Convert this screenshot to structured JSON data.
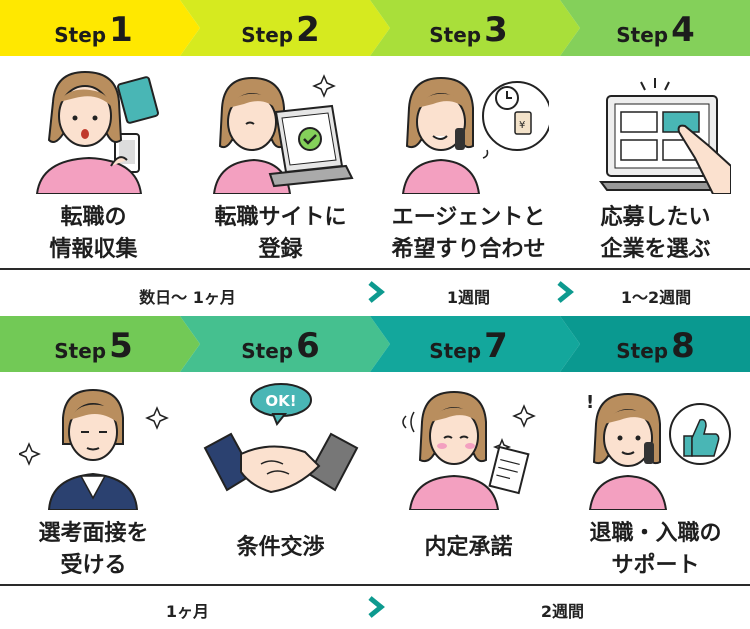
{
  "colors": {
    "row1": [
      "#ffe800",
      "#d6ea1f",
      "#a9df3a",
      "#84d05a"
    ],
    "row2": [
      "#72c956",
      "#45c08f",
      "#13a79c",
      "#0a9990"
    ],
    "chevron": "#0d9a8f",
    "pink": "#f3a0c0",
    "hair": "#b98e5e",
    "skin": "#fbe1cf",
    "navy": "#2b4170",
    "teal": "#49b6b5"
  },
  "steps": [
    {
      "word": "Step",
      "num": "1",
      "lines": [
        "転職の",
        "情報収集"
      ],
      "icon": "woman-with-documents-icon"
    },
    {
      "word": "Step",
      "num": "2",
      "lines": [
        "転職サイトに",
        "登録"
      ],
      "icon": "woman-with-laptop-icon"
    },
    {
      "word": "Step",
      "num": "3",
      "lines": [
        "エージェントと",
        "希望すり合わせ"
      ],
      "icon": "woman-on-phone-icon"
    },
    {
      "word": "Step",
      "num": "4",
      "lines": [
        "応募したい",
        "企業を選ぶ"
      ],
      "icon": "laptop-selecting-icon"
    },
    {
      "word": "Step",
      "num": "5",
      "lines": [
        "選考面接を",
        "受ける"
      ],
      "icon": "woman-in-suit-icon"
    },
    {
      "word": "Step",
      "num": "6",
      "lines": [
        "条件交渉"
      ],
      "icon": "handshake-icon"
    },
    {
      "word": "Step",
      "num": "7",
      "lines": [
        "内定承諾"
      ],
      "icon": "woman-with-letter-icon"
    },
    {
      "word": "Step",
      "num": "8",
      "lines": [
        "退職・入職の",
        "サポート"
      ],
      "icon": "woman-thumbs-up-icon"
    }
  ],
  "durations": {
    "row1": [
      "数日〜 1ヶ月",
      "1週間",
      "1〜2週間"
    ],
    "row2": [
      "1ヶ月",
      "2週間"
    ]
  },
  "speech_ok": "OK!"
}
